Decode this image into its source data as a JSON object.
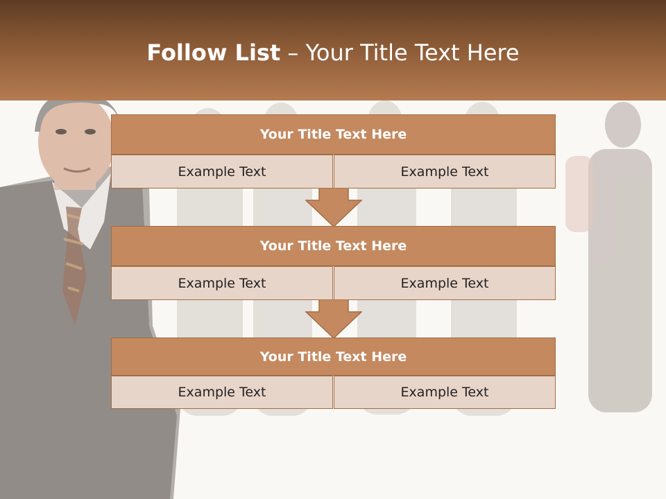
{
  "header": {
    "title_bold": "Follow List",
    "title_rest": " – Your Title Text Here"
  },
  "blocks": [
    {
      "title": "Your Title Text Here",
      "cells": [
        "Example Text",
        "Example Text"
      ]
    },
    {
      "title": "Your Title Text Here",
      "cells": [
        "Example Text",
        "Example Text"
      ]
    },
    {
      "title": "Your Title Text Here",
      "cells": [
        "Example Text",
        "Example Text"
      ]
    }
  ],
  "colors": {
    "header_dark": "#5d3c24",
    "header_light": "#b57b51",
    "block_title": "#c4895f",
    "cell": "#e8d5ca",
    "border": "#a36c44"
  }
}
